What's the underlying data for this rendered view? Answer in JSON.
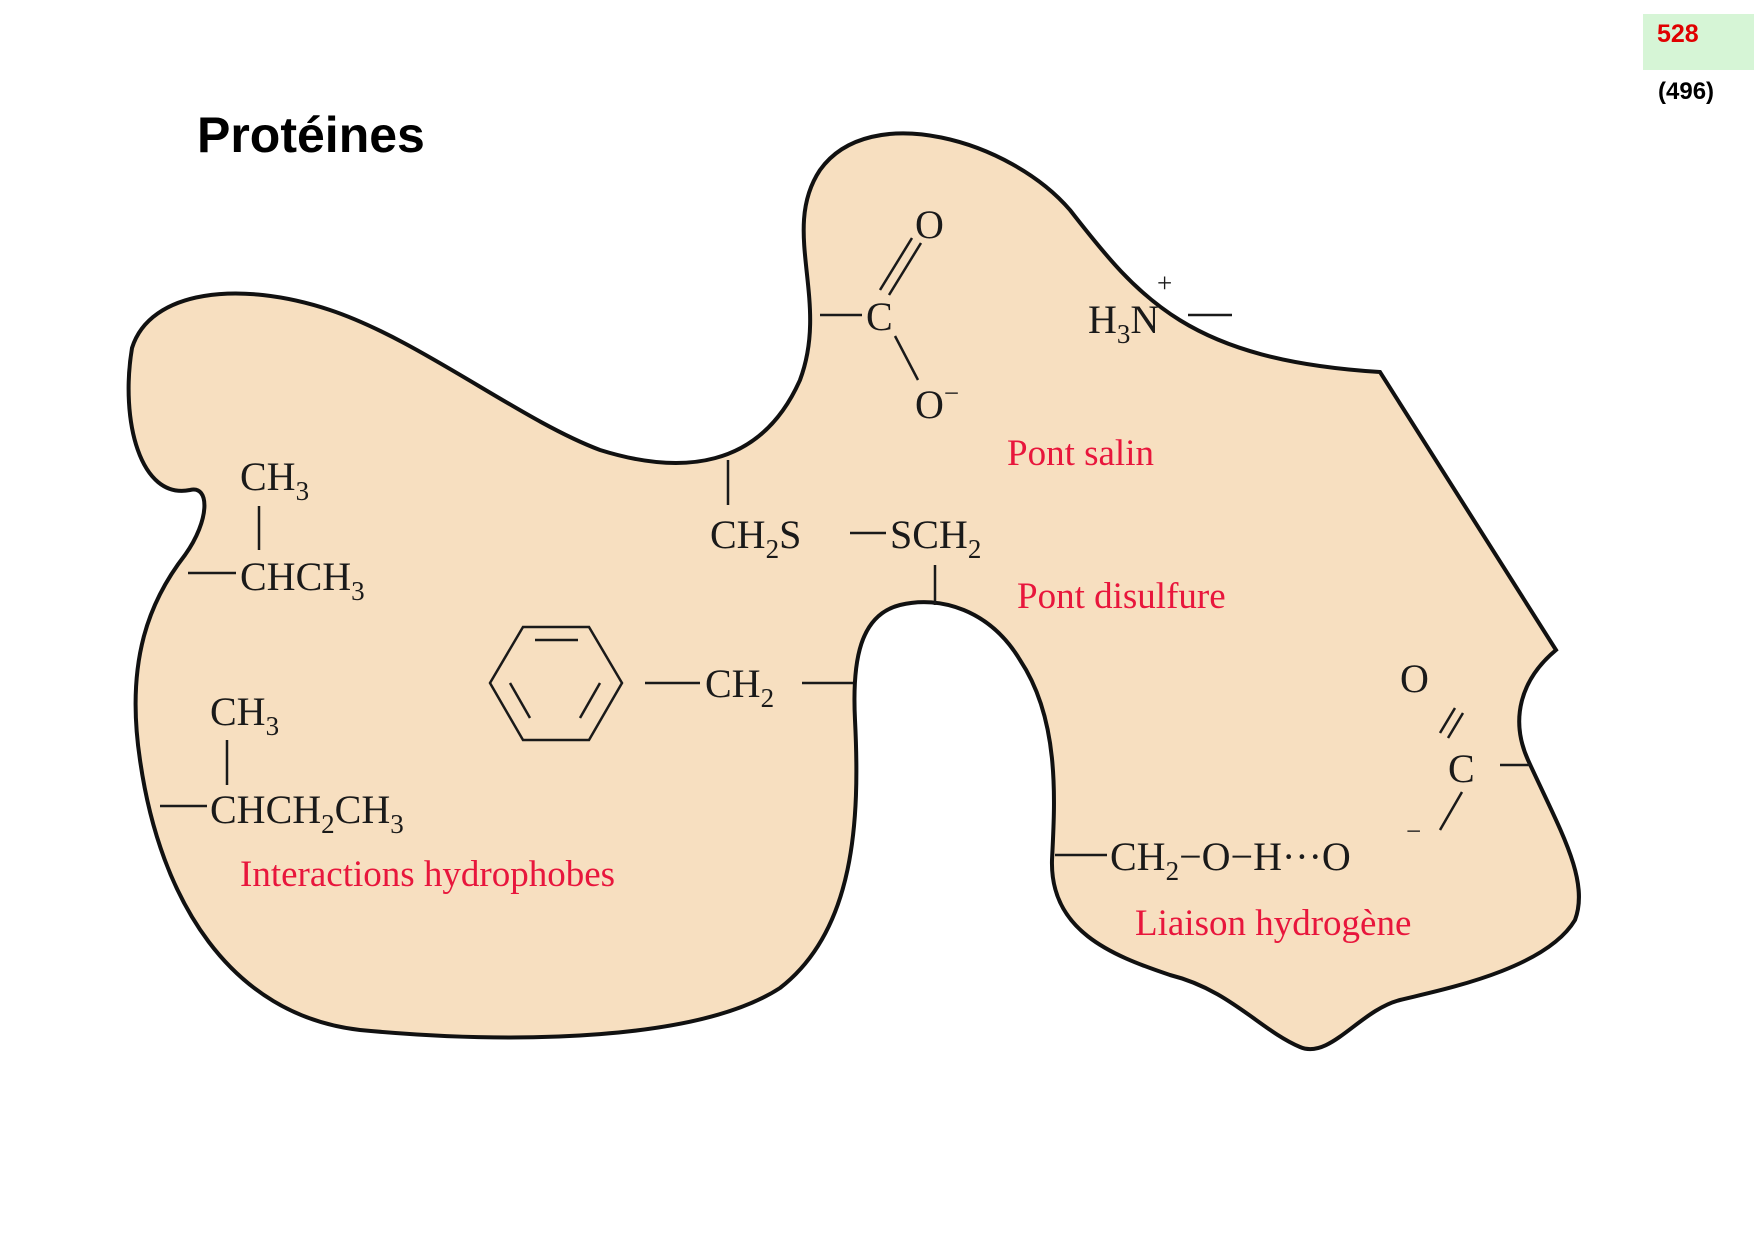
{
  "title": "Protéines",
  "page": {
    "number": "528",
    "original": "(496)"
  },
  "colors": {
    "protein_fill": "#f7dfc0",
    "outline": "#111111",
    "label": "#e8163c",
    "badge": "#d6f5d6"
  },
  "labels": {
    "salt_bridge": "Pont salin",
    "disulfide": "Pont  disulfure",
    "hydrophobic": "Interactions hydrophobes",
    "hydrogen_bond": "Liaison hydrogène"
  },
  "chem": {
    "ch3": "CH",
    "chch3": "CHCH",
    "chch2ch3_a": "CHCH",
    "chch2ch3_b": "CH",
    "ch2s": "CH",
    "s": "S",
    "sch2": "SCH",
    "ch2": "CH",
    "c": "C",
    "o": "O",
    "o_minus": "O",
    "minus": "−",
    "h3n_h": "H",
    "h3n_n": "N",
    "plus": "+",
    "hb_ch2": "CH",
    "hb_rest": "−O−H···O",
    "sub2": "2",
    "sub3": "3"
  }
}
